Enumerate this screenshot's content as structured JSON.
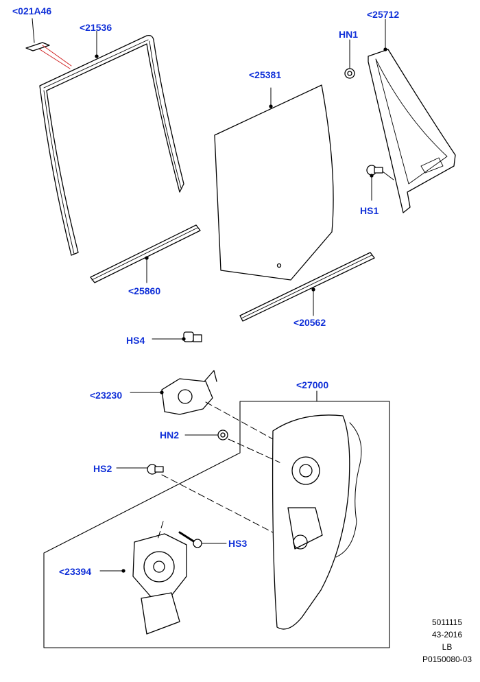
{
  "callouts": {
    "c021A46": "<021A46",
    "c21536": "<21536",
    "c25381": "<25381",
    "c25712": "<25712",
    "hn1": "HN1",
    "hs1": "HS1",
    "c25860": "<25860",
    "c20562": "<20562",
    "hs4": "HS4",
    "c23230": "<23230",
    "c27000": "<27000",
    "hn2": "HN2",
    "hs2": "HS2",
    "hs3": "HS3",
    "c23394": "<23394"
  },
  "reference": {
    "number": "5011115",
    "date": "43-2016",
    "code": "LB",
    "illustration": "P0150080-03"
  },
  "colors": {
    "callout_text": "#1030d8",
    "line": "#000000"
  }
}
